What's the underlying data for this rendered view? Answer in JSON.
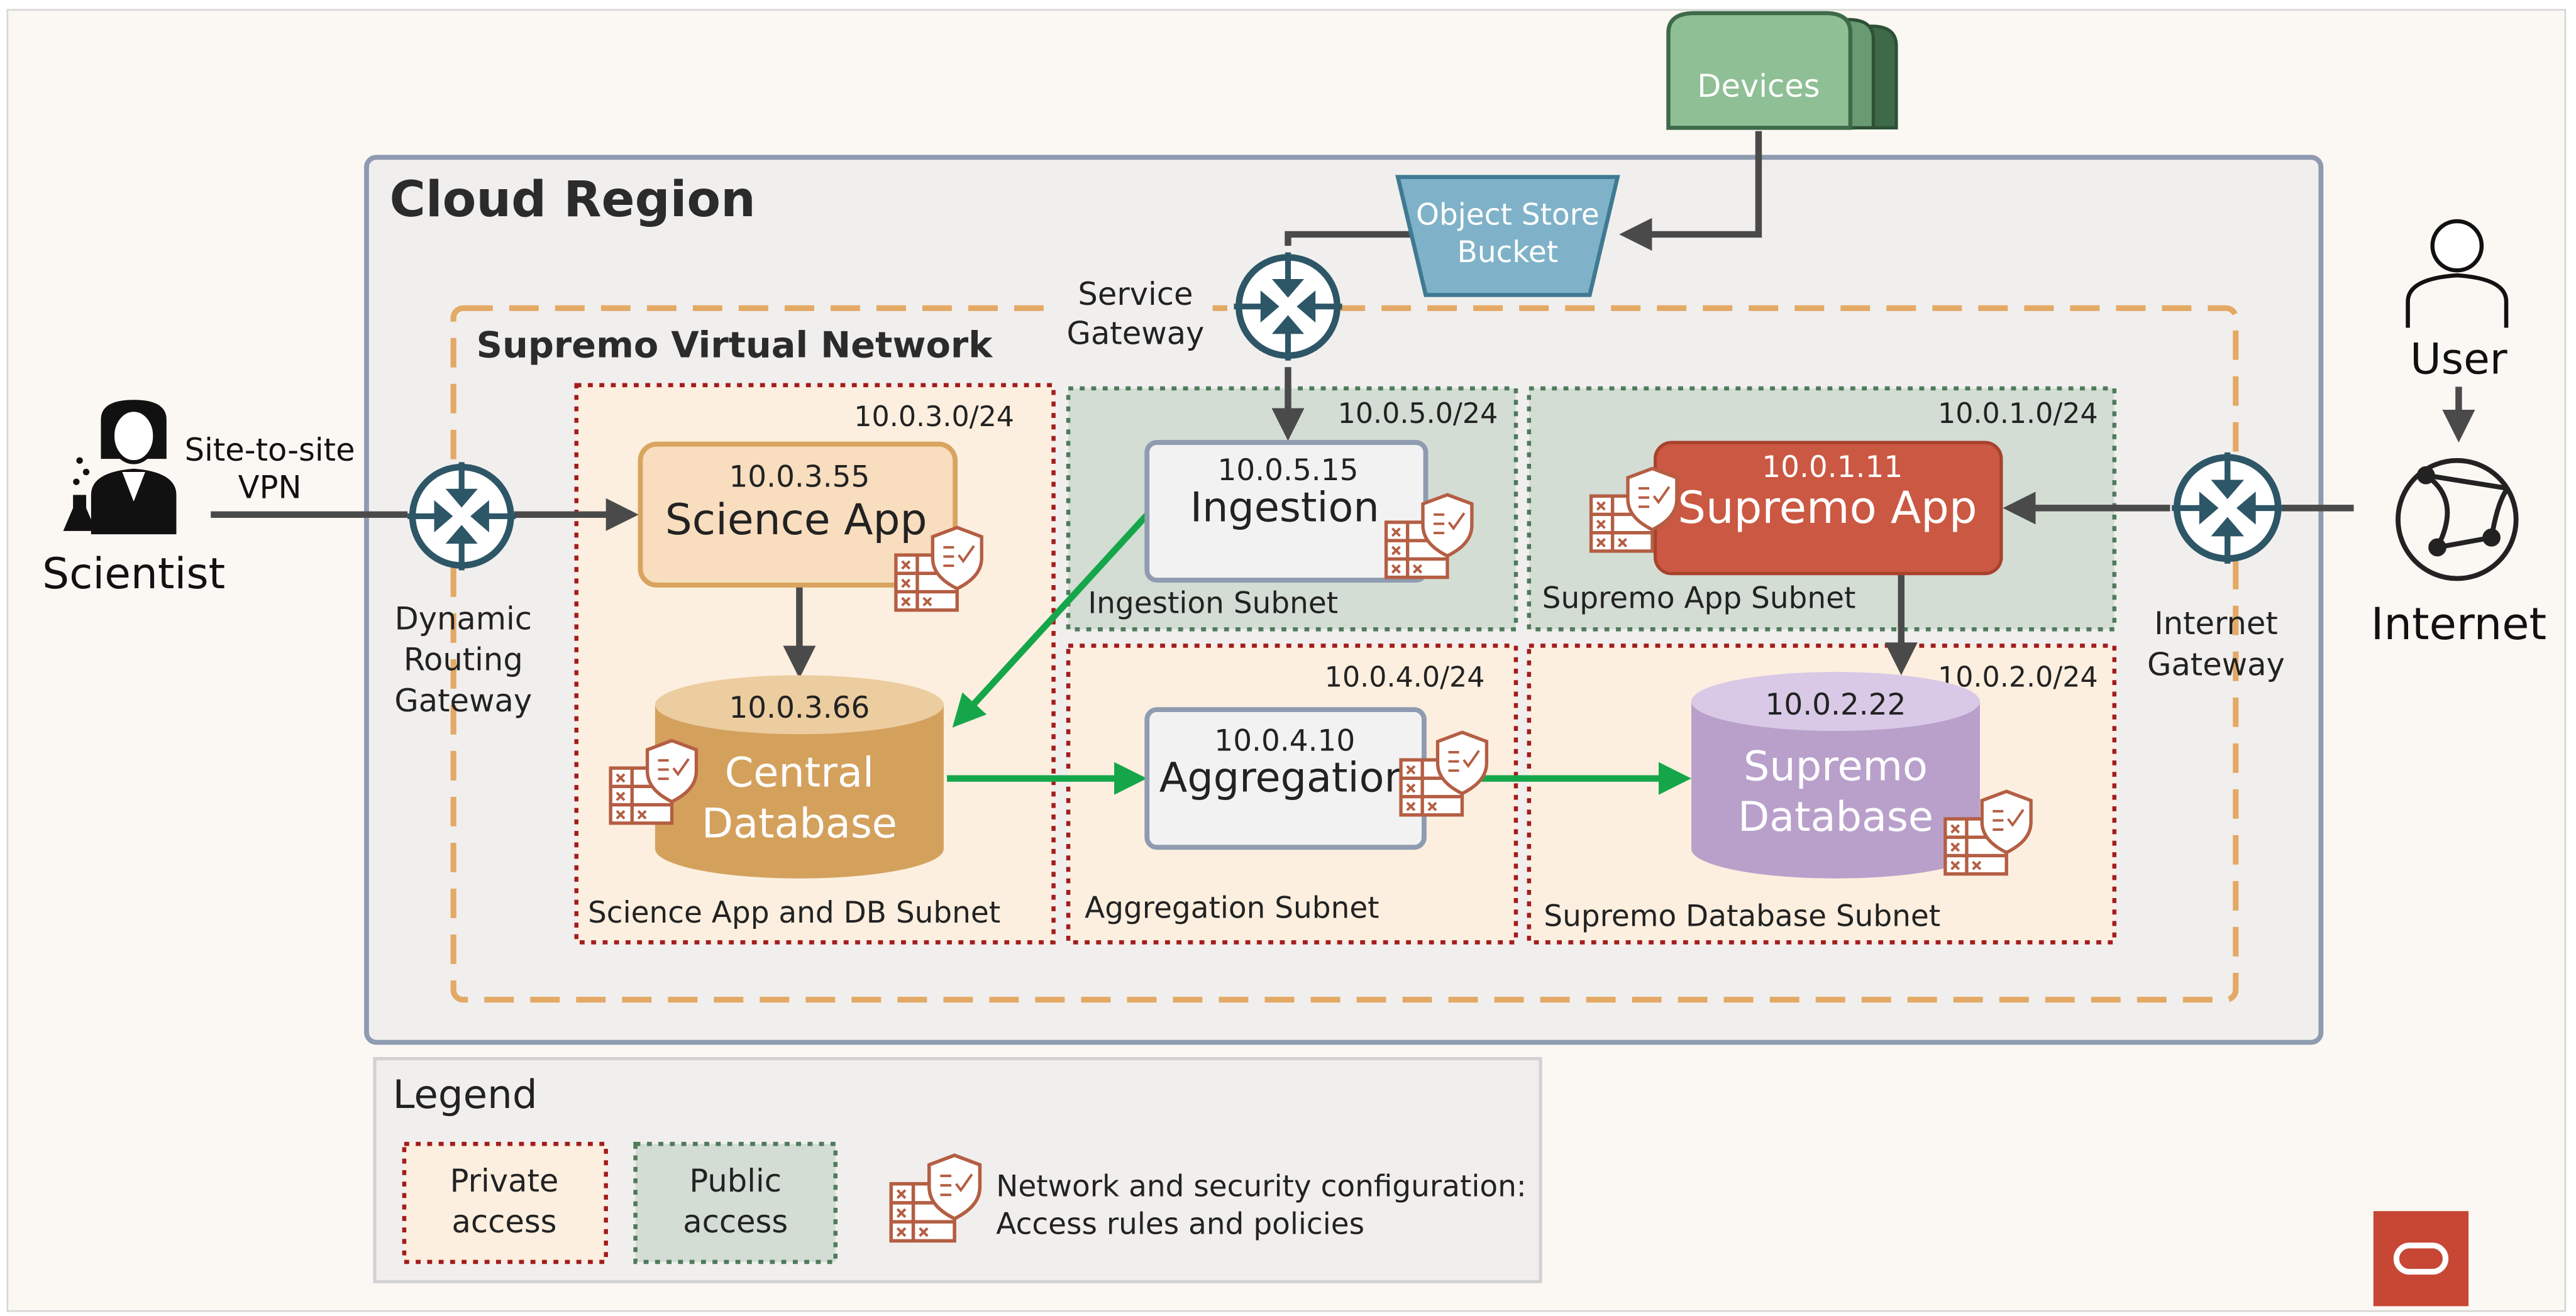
{
  "title": "Cloud Region",
  "vcn_label": "Supremo Virtual Network",
  "subnets": {
    "science": {
      "cidr": "10.0.3.0/24",
      "name": "Science App and DB Subnet"
    },
    "ingestion": {
      "cidr": "10.0.5.0/24",
      "name": "Ingestion Subnet"
    },
    "supremo_app": {
      "cidr": "10.0.1.0/24",
      "name": "Supremo App Subnet"
    },
    "aggregation": {
      "cidr": "10.0.4.0/24",
      "name": "Aggregation Subnet"
    },
    "supremo_db": {
      "cidr": "10.0.2.0/24",
      "name": "Supremo Database Subnet"
    }
  },
  "nodes": {
    "science_app": {
      "ip": "10.0.3.55",
      "name": "Science App"
    },
    "central_db": {
      "ip": "10.0.3.66",
      "line1": "Central",
      "line2": "Database"
    },
    "ingestion": {
      "ip": "10.0.5.15",
      "name": "Ingestion"
    },
    "aggregation": {
      "ip": "10.0.4.10",
      "name": "Aggregation"
    },
    "supremo_app": {
      "ip": "10.0.1.11",
      "name": "Supremo App"
    },
    "supremo_db": {
      "ip": "10.0.2.22",
      "line1": "Supremo",
      "line2": "Database"
    }
  },
  "devices": "Devices",
  "object_store": {
    "line1": "Object Store",
    "line2": "Bucket"
  },
  "service_gateway": {
    "line1": "Service",
    "line2": "Gateway"
  },
  "drg": {
    "line1": "Dynamic",
    "line2": "Routing",
    "line3": "Gateway"
  },
  "internet_gateway": {
    "line1": "Internet",
    "line2": "Gateway"
  },
  "scientist": "Scientist",
  "vpn": {
    "line1": "Site-to-site",
    "line2": "VPN"
  },
  "user": "User",
  "internet": "Internet",
  "legend": {
    "title": "Legend",
    "private": {
      "line1": "Private",
      "line2": "access"
    },
    "public": {
      "line1": "Public",
      "line2": "access"
    },
    "security": {
      "line1": "Network and security configuration:",
      "line2": "Access rules and policies"
    }
  },
  "colors": {
    "region_fill": "#f1efed",
    "region_border": "#8e9bb0",
    "vcn_border": "#e3a965",
    "private_fill": "#fcefdf",
    "private_border": "#a31d1d",
    "public_fill": "#d3ddd4",
    "public_border": "#4f7a5b",
    "science_app": "#f8ddbe",
    "central_db": "#d4a15d",
    "supremo_app": "#cb5842",
    "supremo_db": "#b9a0cb",
    "object_store": "#7fb2c8",
    "devices": "#8fbf95",
    "gateway": "#2d5667",
    "green_flow": "#16a64a",
    "gray_flow": "#4a4a4a",
    "security_icon": "#b45e43",
    "oracle_logo": "#c74634"
  },
  "icons": [
    "security-config-icon",
    "router-icon",
    "scientist-icon",
    "user-icon",
    "globe-icon",
    "oracle-logo"
  ]
}
